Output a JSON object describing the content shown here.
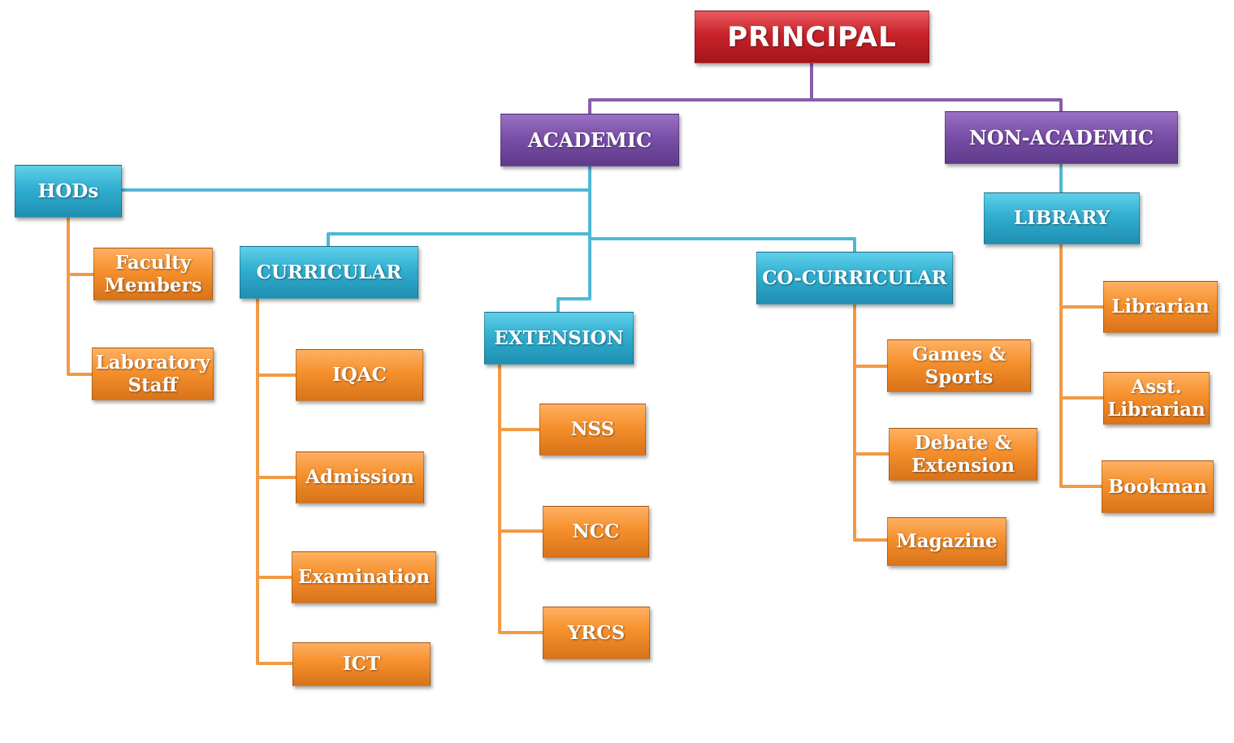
{
  "colors": {
    "principal": "#c8232a",
    "division": "#7a4fa8",
    "section": "#31aed0",
    "unit": "#f5902c",
    "purple_line": "#8a5ca8",
    "blue_line": "#4fb8d4",
    "orange_line": "#f29a45"
  },
  "principal": "PRINCIPAL",
  "academic": "ACADEMIC",
  "non_academic": "NON-ACADEMIC",
  "hods": {
    "label": "HODs",
    "faculty": "Faculty Members",
    "lab_staff": "Laboratory Staff"
  },
  "curricular": {
    "label": "CURRICULAR",
    "items": [
      "IQAC",
      "Admission",
      "Examination",
      "ICT"
    ]
  },
  "extension": {
    "label": "EXTENSION",
    "items": [
      "NSS",
      "NCC",
      "YRCS"
    ]
  },
  "co_curricular": {
    "label": "CO-CURRICULAR",
    "items": [
      "Games & Sports",
      "Debate & Extension",
      "Magazine"
    ]
  },
  "library": {
    "label": "LIBRARY",
    "items": [
      "Librarian",
      "Asst. Librarian",
      "Bookman"
    ]
  }
}
